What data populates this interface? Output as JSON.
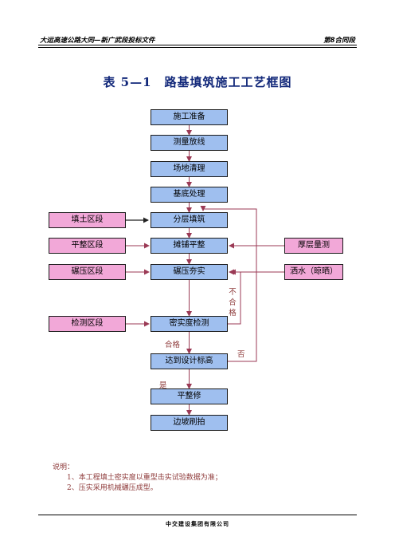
{
  "header": {
    "left": "大运高速公路大同—新广武段投标文件",
    "right": "第8合同段"
  },
  "title": "表 5—1　路基填筑施工工艺框图",
  "main_steps": [
    "施工准备",
    "测量放线",
    "场地清理",
    "基底处理",
    "分层填筑",
    "摊铺平整",
    "碾压夯实",
    "密实度检测",
    "达到设计标高",
    "平整修",
    "边坡刷拍"
  ],
  "left_steps": [
    "填土区段",
    "平整区段",
    "碾压区段",
    "检测区段"
  ],
  "right_steps": [
    "厚层量测",
    "洒水（晾晒）"
  ],
  "labels": {
    "fail": "不合格",
    "pass": "合格",
    "no": "否",
    "yes": "是"
  },
  "notes": {
    "title": "说明：",
    "items": [
      "1、本工程填土密实度以重型击实试验数据为准；",
      "2、压实采用机械碾压成型。"
    ]
  },
  "footer": "中交建设集团有限公司",
  "colors": {
    "main_box": "#9fbfef",
    "side_box": "#f2a8d8",
    "arrow": "#9b3a55",
    "title": "#12287a"
  }
}
